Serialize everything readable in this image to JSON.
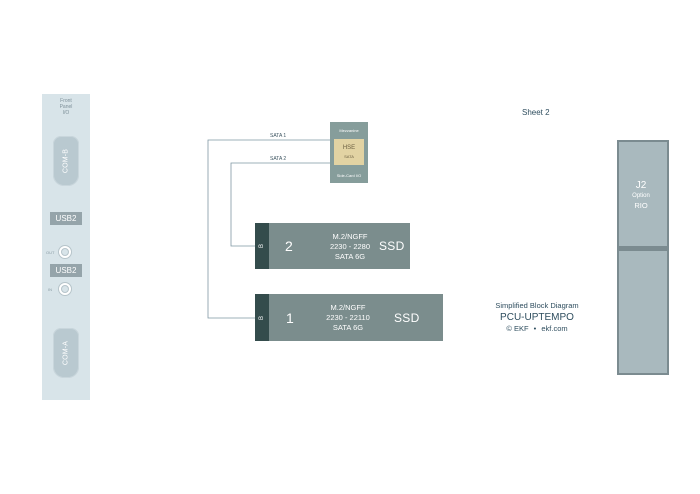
{
  "sheet_label": "Sheet 2",
  "front_panel": {
    "title_lines": [
      "Front",
      "Panel",
      "I/O"
    ],
    "com_b": "COM-B",
    "com_a": "COM-A",
    "usb_top": "USB2",
    "usb_bottom": "USB2",
    "jack_top_label": "OUT",
    "jack_bottom_label": "IN"
  },
  "mezzanine": {
    "title": "Mezzanine",
    "hse_label": "HSE",
    "hse_sub": "SATA",
    "footer": "Side-Card I/O"
  },
  "buses": [
    "SATA 1",
    "SATA 2"
  ],
  "ssd_modules": [
    {
      "tab": "B",
      "number": "2",
      "spec": [
        "M.2/NGFF",
        "2230 - 2280",
        "SATA 6G"
      ],
      "label": "SSD"
    },
    {
      "tab": "B",
      "number": "1",
      "spec": [
        "M.2/NGFF",
        "2230 - 22110",
        "SATA 6G"
      ],
      "label": "SSD"
    }
  ],
  "j2": {
    "title": "J2",
    "line2": "Option",
    "line3": "RIO"
  },
  "title_block": {
    "subtitle": "Simplified Block Diagram",
    "product": "PCU-UPTEMPO",
    "copyright": "© EKF",
    "separator": "•",
    "website": "ekf.com"
  },
  "colors": {
    "panel": "#d8e4e9",
    "ssd_body": "#7b8d8d",
    "ssd_tab": "#344c4c",
    "mezzanine": "#869d9b",
    "hse": "#e2d3a3",
    "j2": "#7b8b90",
    "bus_line": "#7f97a3",
    "text_dark": "#2e4d5e"
  }
}
